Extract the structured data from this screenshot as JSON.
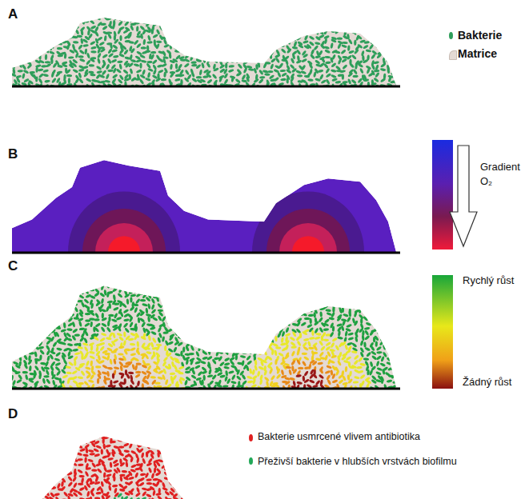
{
  "diagram": {
    "labels": [
      "A",
      "B",
      "C",
      "D",
      "Gradient O₂",
      "Rychlý růst",
      "Žádný růst"
    ],
    "legend": [
      {
        "text": "Bakterie",
        "color": "#2e9e5a"
      },
      {
        "text": "Matrice",
        "color": "#e4dad4"
      },
      {
        "text": "Bakterie usmrcené vlivem antibiotika",
        "color": "#e02020"
      },
      {
        "text": "Přeživší bakterie v hlubších vrstvách biofilmu",
        "color": "#22a858"
      }
    ]
  }
}
